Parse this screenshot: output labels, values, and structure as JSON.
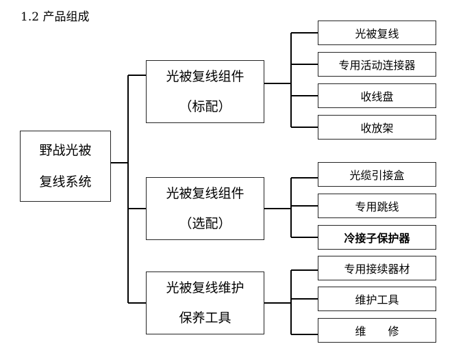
{
  "heading": "1.2 产品组成",
  "root": {
    "line1": "野战光被",
    "line2": "复线系统"
  },
  "groups": [
    {
      "line1": "光被复线组件",
      "line2": "（标配）",
      "items": [
        "光被复线",
        "专用活动连接器",
        "收线盘",
        "收放架"
      ]
    },
    {
      "line1": "光被复线组件",
      "line2": "（选配）",
      "items": [
        "光缆引接盒",
        "专用跳线",
        "冷接子保护器"
      ]
    },
    {
      "line1": "光被复线维护",
      "line2": "保养工具",
      "items": [
        "专用接续器材",
        "维护工具",
        "维　　修"
      ]
    }
  ]
}
